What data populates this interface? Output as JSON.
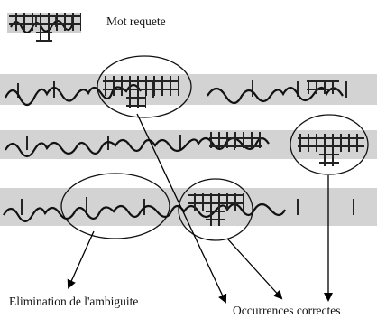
{
  "labels": {
    "query_word": "Mot requete",
    "ambiguity": "Elimination de l'ambiguite",
    "occurrences": "Occurrences correctes"
  }
}
